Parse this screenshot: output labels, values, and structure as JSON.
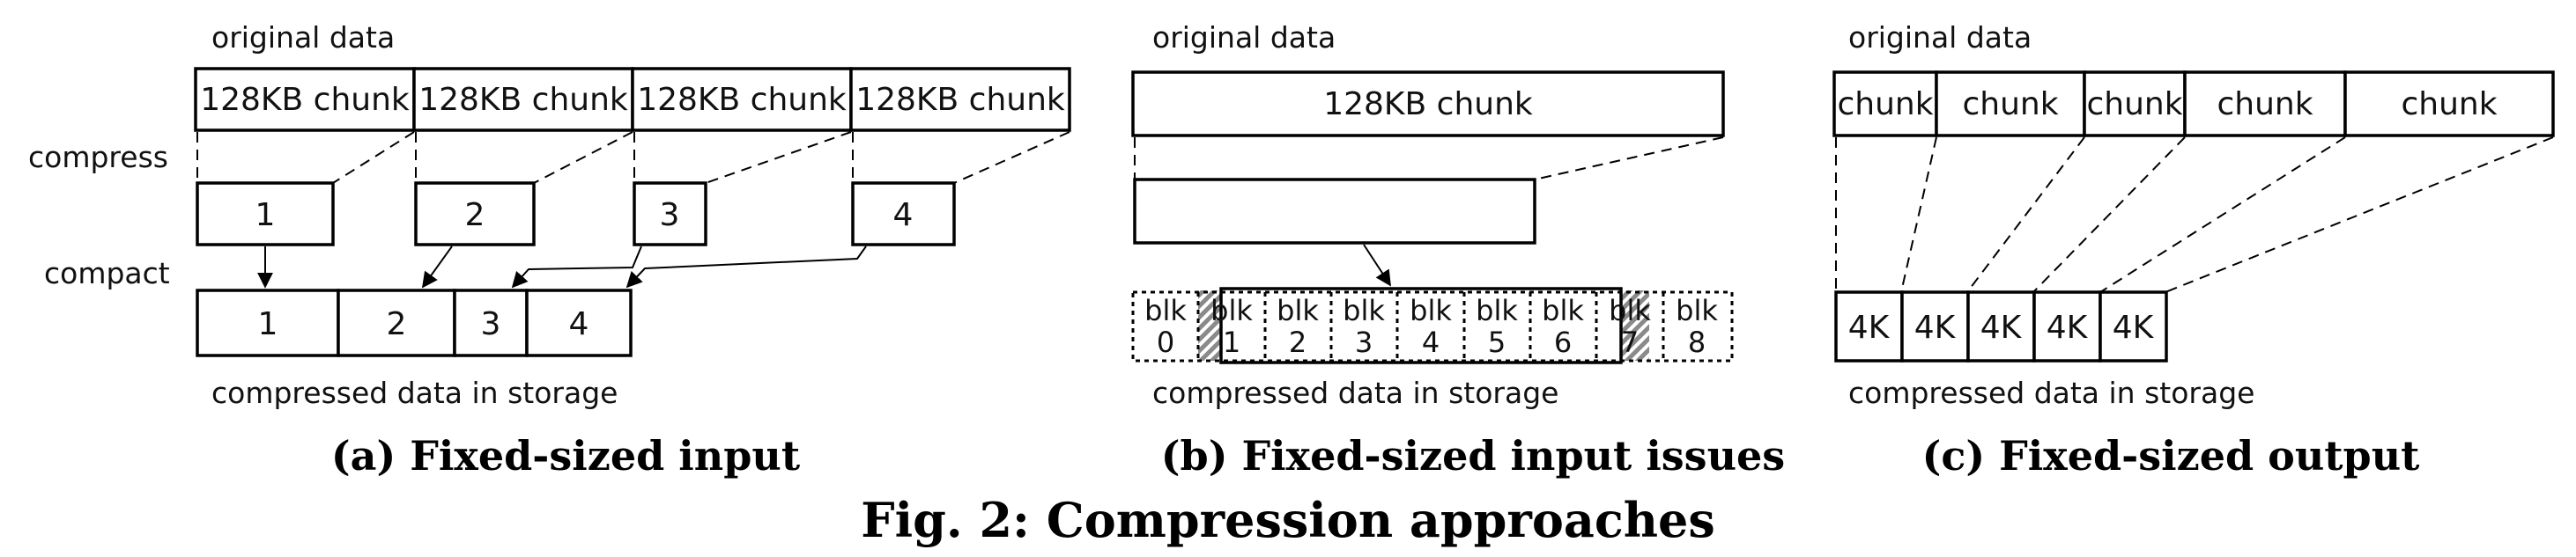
{
  "panel_a": {
    "original_label": "original data",
    "compress_label": "compress",
    "compact_label": "compact",
    "chunk_label": "128KB chunk",
    "compressed_blocks": [
      "1",
      "2",
      "3",
      "4"
    ],
    "storage_blocks": [
      "1",
      "2",
      "3",
      "4"
    ],
    "storage_label": "compressed data in storage",
    "caption": "(a) Fixed-sized input"
  },
  "panel_b": {
    "original_label": "original data",
    "chunk_label": "128KB chunk",
    "blk_word": "blk",
    "blk_numbers": [
      "0",
      "1",
      "2",
      "3",
      "4",
      "5",
      "6",
      "7",
      "8"
    ],
    "storage_label": "compressed data in storage",
    "caption": "(b) Fixed-sized input issues"
  },
  "panel_c": {
    "original_label": "original data",
    "chunks": [
      "chunk",
      "chunk",
      "chunk",
      "chunk",
      "chunk"
    ],
    "outputs": [
      "4K",
      "4K",
      "4K",
      "4K",
      "4K"
    ],
    "storage_label": "compressed data in storage",
    "caption": "(c) Fixed-sized output"
  },
  "figure_caption": "Fig. 2: Compression approaches",
  "colors": {
    "stroke": "#000000",
    "hatch": "#8a8a8a",
    "background": "#ffffff"
  }
}
